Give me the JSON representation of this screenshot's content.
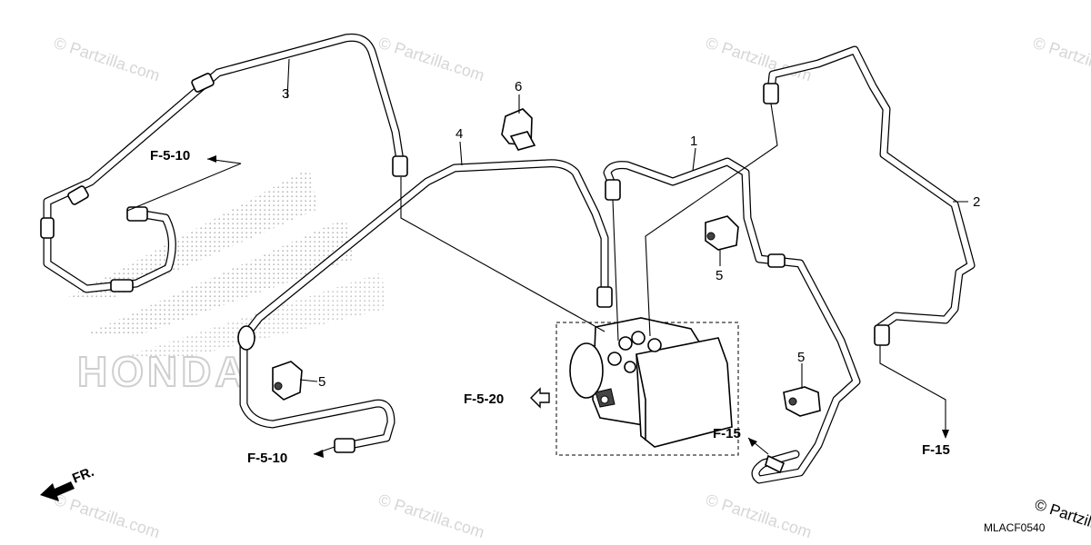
{
  "watermark": {
    "text": "© Partzilla.com",
    "corner_text": "© Partzilla.com"
  },
  "background_logo": "HONDA",
  "callouts": {
    "c1": "1",
    "c2": "2",
    "c3": "3",
    "c4": "4",
    "c5a": "5",
    "c5b": "5",
    "c5c": "5",
    "c6": "6"
  },
  "refs": {
    "f510_top": "F-5-10",
    "f510_bottom": "F-5-10",
    "f520": "F-5-20",
    "f15_center": "F-15",
    "f15_right": "F-15"
  },
  "direction": "FR.",
  "diagram_code": "MLACF0540"
}
